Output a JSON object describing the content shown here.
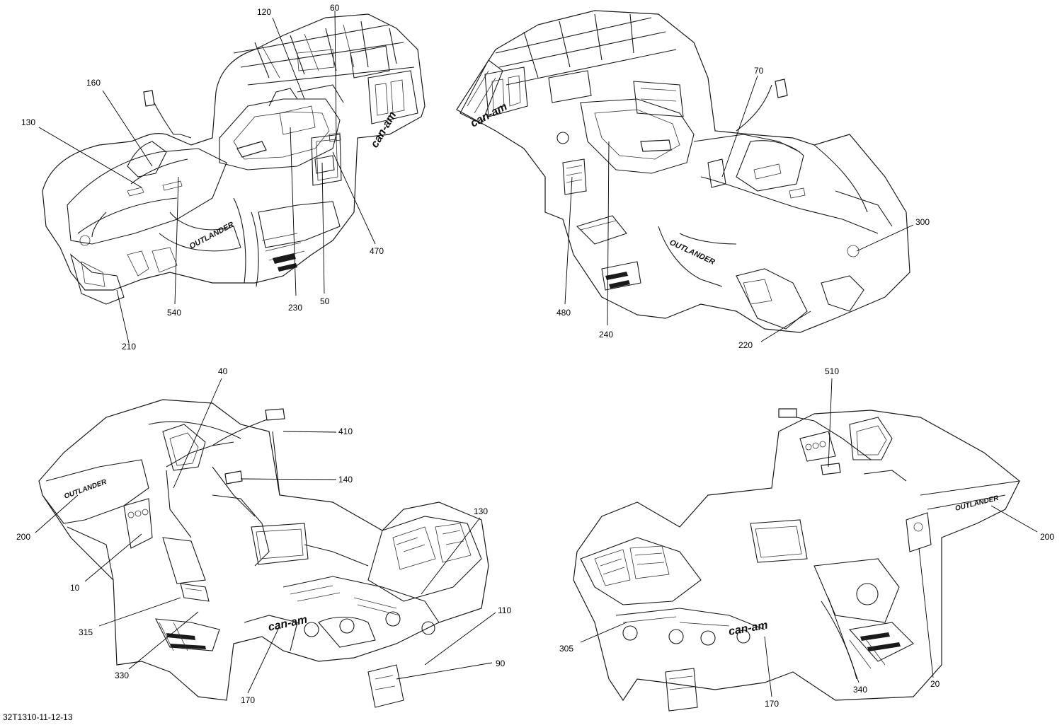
{
  "diagram_code": "32T1310-11-12-13",
  "brand_text": "can-am",
  "model_text": "OUTLANDER",
  "views": [
    {
      "id": "front-left",
      "callouts": [
        "120",
        "60",
        "160",
        "130",
        "540",
        "230",
        "50",
        "470",
        "210"
      ]
    },
    {
      "id": "front-right",
      "callouts": [
        "70",
        "300",
        "480",
        "240",
        "220"
      ]
    },
    {
      "id": "rear-left",
      "callouts": [
        "40",
        "410",
        "140",
        "200",
        "10",
        "130",
        "110",
        "315",
        "330",
        "170",
        "90"
      ]
    },
    {
      "id": "rear-right",
      "callouts": [
        "510",
        "200",
        "20",
        "305",
        "170",
        "340"
      ]
    }
  ],
  "callouts": {
    "c120": "120",
    "c60": "60",
    "c160": "160",
    "c130a": "130",
    "c540": "540",
    "c230": "230",
    "c50": "50",
    "c470": "470",
    "c210": "210",
    "c70": "70",
    "c300": "300",
    "c480": "480",
    "c240": "240",
    "c220": "220",
    "c40": "40",
    "c410": "410",
    "c140": "140",
    "c200a": "200",
    "c10": "10",
    "c130b": "130",
    "c110": "110",
    "c315": "315",
    "c330": "330",
    "c170a": "170",
    "c90": "90",
    "c510": "510",
    "c200b": "200",
    "c20": "20",
    "c305": "305",
    "c170b": "170",
    "c340": "340"
  }
}
